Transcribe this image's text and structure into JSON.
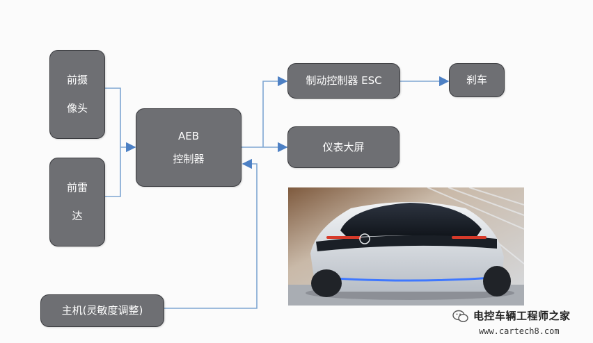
{
  "nodes": {
    "front_camera": [
      "前摄",
      "像头"
    ],
    "front_radar": [
      "前雷",
      "达"
    ],
    "aeb_controller": [
      "AEB",
      "控制器"
    ],
    "host_unit": "主机(灵敏度调整)",
    "brake_controller": "制动控制器 ESC",
    "brake": "刹车",
    "instrument_screen": "仪表大屏"
  },
  "colors": {
    "box_fill": "#6e6f73",
    "box_border": "#3a3b3f",
    "box_text": "#ffffff",
    "connector": "#7ea6d2",
    "arrowhead": "#4d80c4"
  },
  "watermark": {
    "title": "电控车辆工程师之家",
    "url": "www.cartech8.com",
    "icon": "wechat-icon"
  },
  "photo": {
    "icon": "electric-car-photo"
  }
}
